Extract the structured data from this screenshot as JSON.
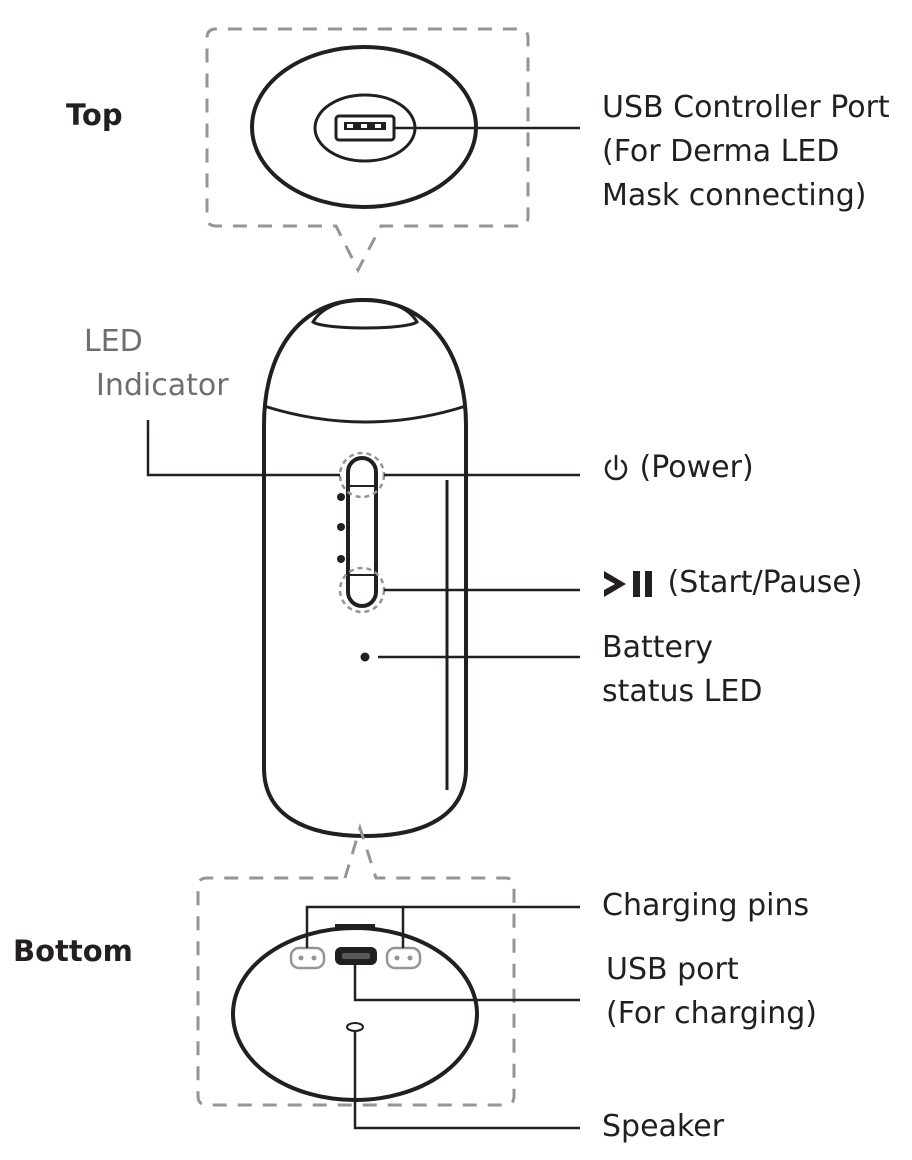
{
  "sections": {
    "top": "Top",
    "bottom": "Bottom"
  },
  "callouts": {
    "usb_controller_port": {
      "line1": "USB Controller Port",
      "line2": "(For Derma LED",
      "line3": "Mask connecting)"
    },
    "led_indicator": {
      "line1": "LED",
      "line2": "Indicator"
    },
    "power": {
      "text": "(Power)",
      "icon": "power-icon"
    },
    "start_pause": {
      "text": "(Start/Pause)",
      "icon": "play-pause-icon"
    },
    "battery_status_led": {
      "line1": "Battery",
      "line2": "status LED"
    },
    "charging_pins": {
      "text": "Charging pins"
    },
    "usb_port": {
      "line1": "USB port",
      "line2": "(For charging)"
    },
    "speaker": {
      "text": "Speaker"
    }
  },
  "colors": {
    "outline": "#231f20",
    "dashed_frame": "#939598",
    "label_gray": "#6d6e71"
  }
}
